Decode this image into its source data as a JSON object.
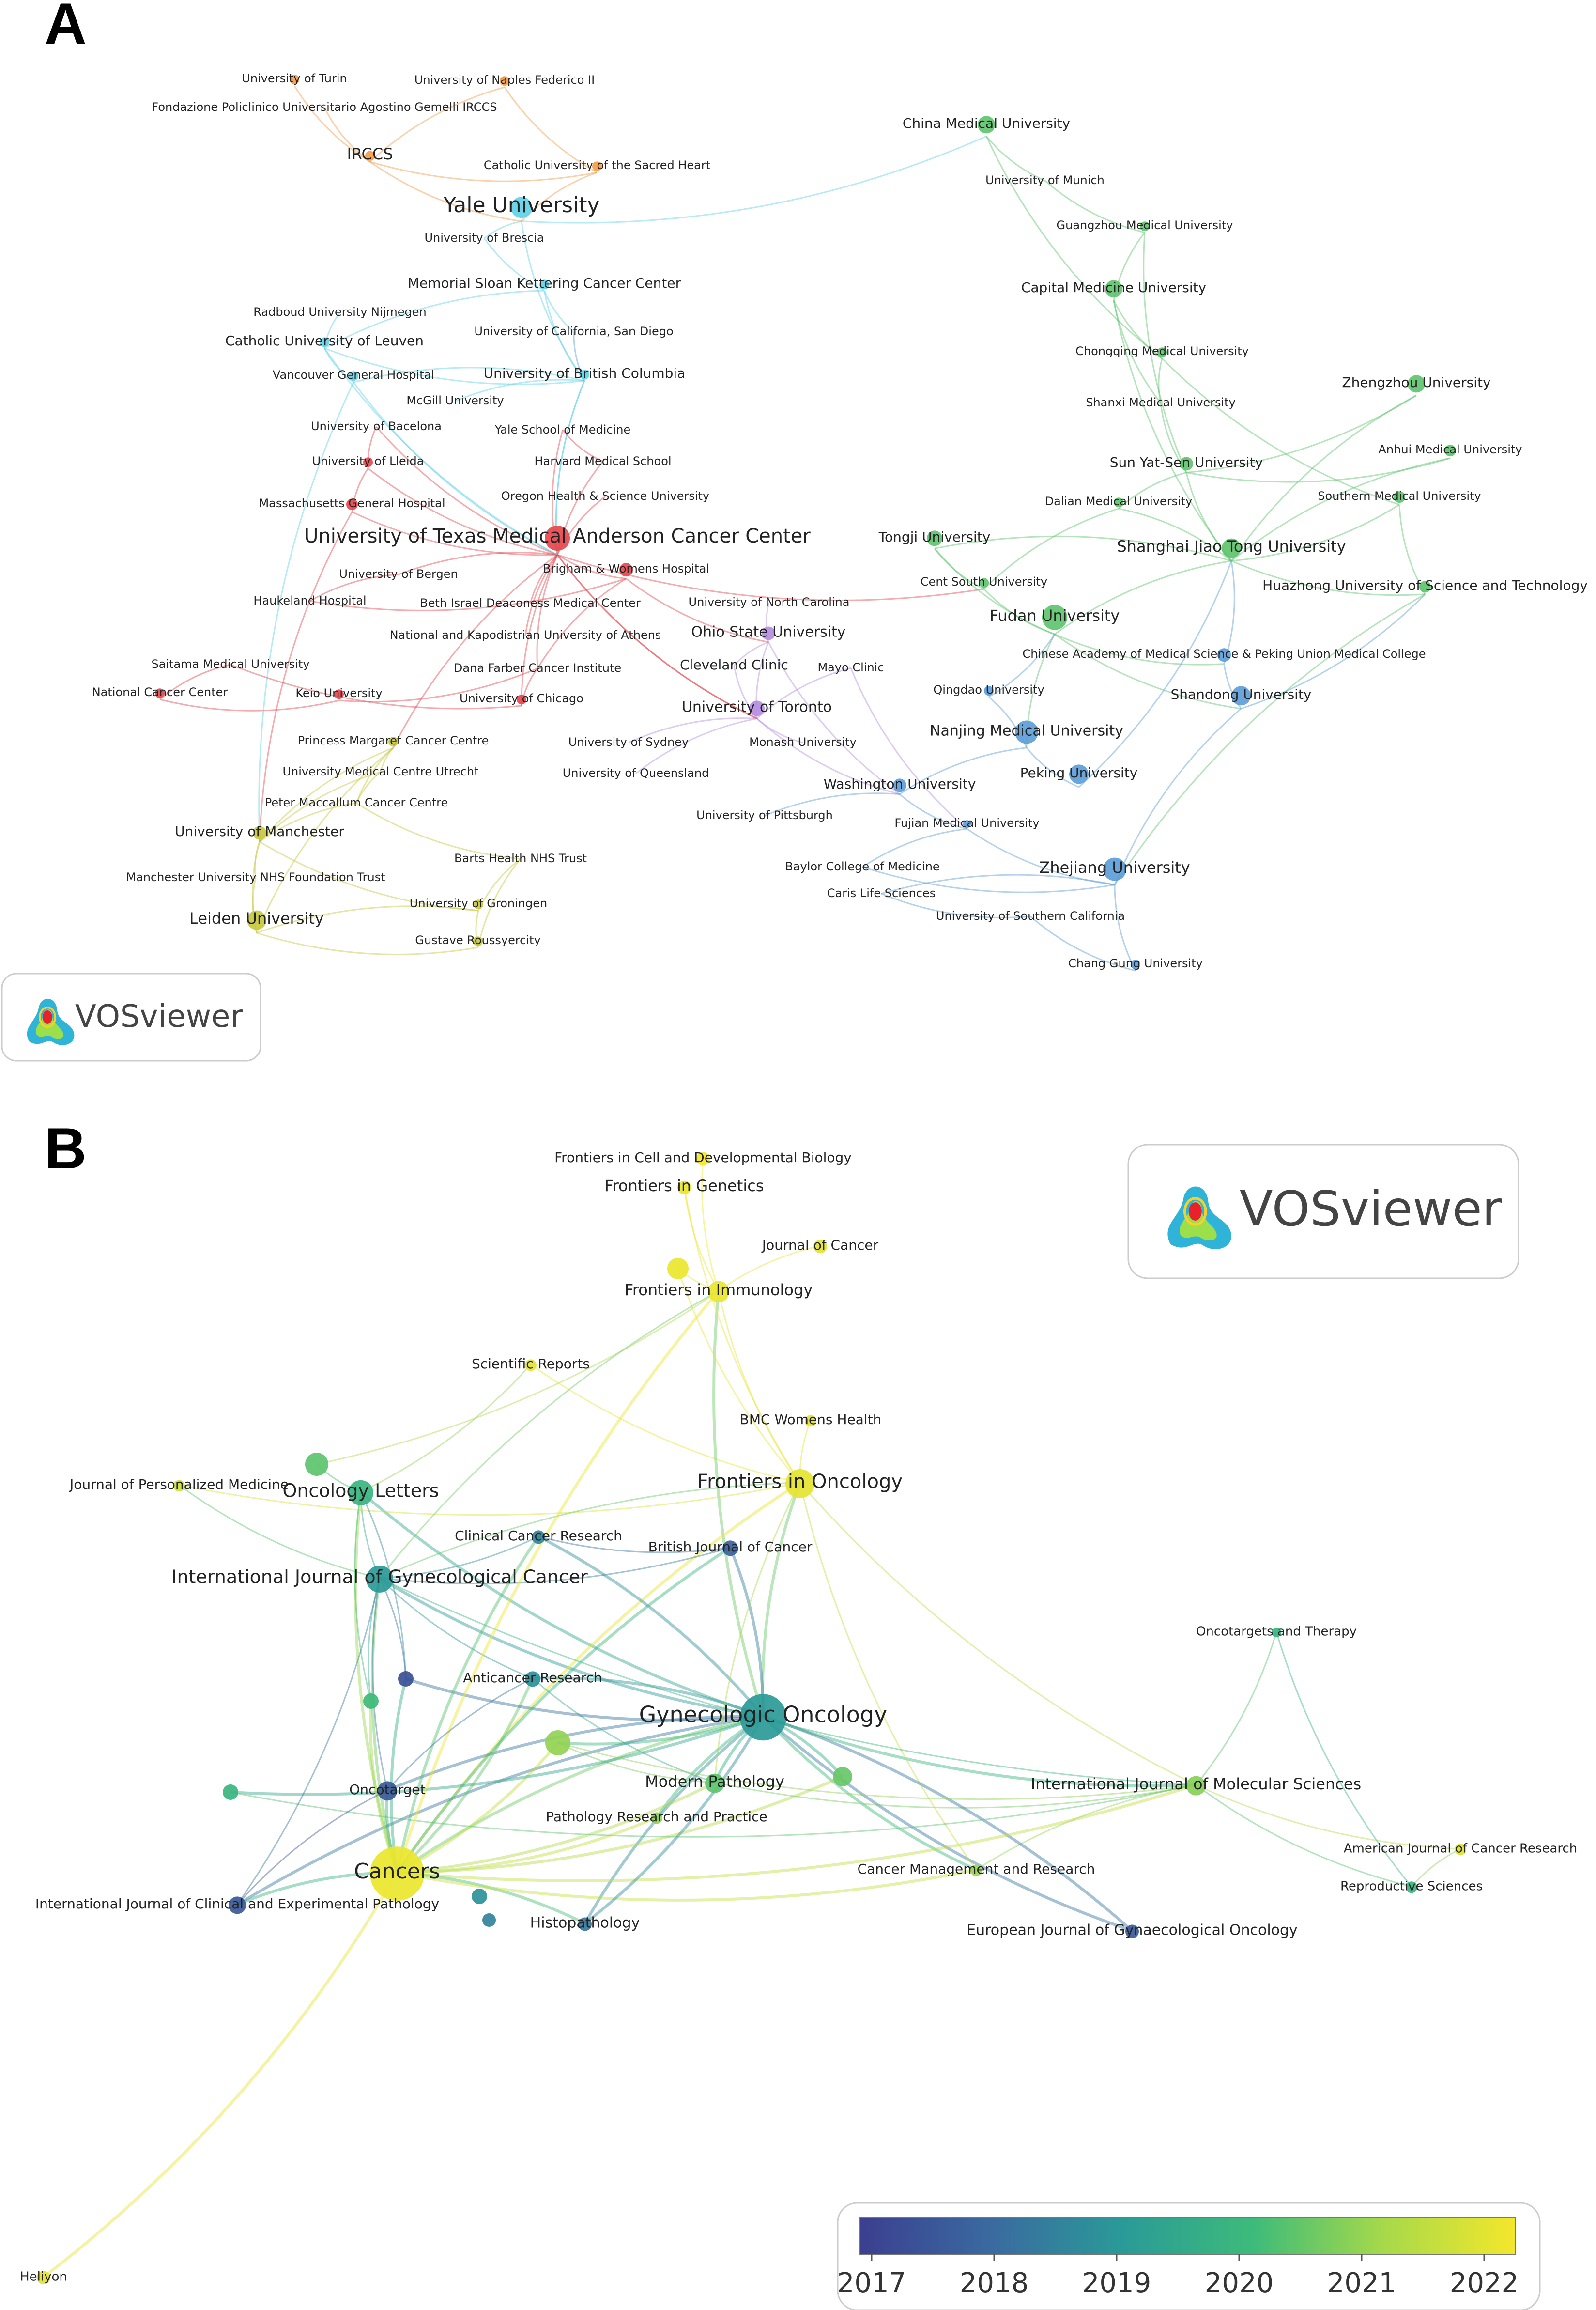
{
  "panels": {
    "a": {
      "letter": "A",
      "logo": "VOSviewer"
    },
    "b": {
      "letter": "B",
      "logo": "VOSviewer"
    }
  },
  "colors": {
    "red": "#e8434a",
    "orange": "#f59a42",
    "cyan": "#5ed0e6",
    "purple": "#b48ce0",
    "blue": "#5a9bd8",
    "green": "#5cc36a",
    "olive": "#c6c83a",
    "viridis_start": "#3b3f8f",
    "viridis_end": "#f4e72b"
  },
  "network_a": {
    "nodes": [
      {
        "label": "University of Turin",
        "c": "orange"
      },
      {
        "label": "University of Naples Federico II",
        "c": "orange"
      },
      {
        "label": "Fondazione Policlinico Universitario Agostino Gemelli IRCCS",
        "c": "orange"
      },
      {
        "label": "IRCCS",
        "c": "orange"
      },
      {
        "label": "Catholic University of the Sacred Heart",
        "c": "orange"
      },
      {
        "label": "Yale University",
        "c": "cyan"
      },
      {
        "label": "University of Brescia",
        "c": "cyan"
      },
      {
        "label": "Memorial Sloan Kettering Cancer Center",
        "c": "cyan"
      },
      {
        "label": "Radboud University Nijmegen",
        "c": "cyan"
      },
      {
        "label": "Catholic University of Leuven",
        "c": "cyan"
      },
      {
        "label": "University of California, San Diego",
        "c": "blue"
      },
      {
        "label": "University of British Columbia",
        "c": "cyan"
      },
      {
        "label": "Vancouver General Hospital",
        "c": "cyan"
      },
      {
        "label": "McGill University",
        "c": "cyan"
      },
      {
        "label": "University of Bacelona",
        "c": "red"
      },
      {
        "label": "Yale School of Medicine",
        "c": "red"
      },
      {
        "label": "University of Lleida",
        "c": "red"
      },
      {
        "label": "Harvard Medical School",
        "c": "red"
      },
      {
        "label": "Oregon Health & Science University",
        "c": "red"
      },
      {
        "label": "Massachusetts General Hospital",
        "c": "red"
      },
      {
        "label": "University of Texas Medical Anderson Cancer Center",
        "c": "red"
      },
      {
        "label": "Brigham & Womens Hospital",
        "c": "red"
      },
      {
        "label": "University of Bergen",
        "c": "red"
      },
      {
        "label": "Haukeland Hospital",
        "c": "red"
      },
      {
        "label": "Beth Israel Deaconess Medical Center",
        "c": "red"
      },
      {
        "label": "National and Kapodistrian University of Athens",
        "c": "red"
      },
      {
        "label": "Saitama Medical University",
        "c": "red"
      },
      {
        "label": "National Cancer Center",
        "c": "red"
      },
      {
        "label": "Keio University",
        "c": "red"
      },
      {
        "label": "Dana Farber Cancer Institute",
        "c": "red"
      },
      {
        "label": "University of Chicago",
        "c": "red"
      },
      {
        "label": "University of North Carolina",
        "c": "purple"
      },
      {
        "label": "Ohio State University",
        "c": "purple"
      },
      {
        "label": "Cleveland Clinic",
        "c": "purple"
      },
      {
        "label": "Mayo Clinic",
        "c": "purple"
      },
      {
        "label": "University of Toronto",
        "c": "purple"
      },
      {
        "label": "Princess Margaret Cancer Centre",
        "c": "olive"
      },
      {
        "label": "University of Sydney",
        "c": "purple"
      },
      {
        "label": "Monash University",
        "c": "purple"
      },
      {
        "label": "University Medical Centre Utrecht",
        "c": "olive"
      },
      {
        "label": "University of Queensland",
        "c": "purple"
      },
      {
        "label": "Peter Maccallum Cancer Centre",
        "c": "olive"
      },
      {
        "label": "University of Manchester",
        "c": "olive"
      },
      {
        "label": "Barts Health NHS Trust",
        "c": "olive"
      },
      {
        "label": "Manchester University NHS Foundation Trust",
        "c": "olive"
      },
      {
        "label": "University of Groningen",
        "c": "olive"
      },
      {
        "label": "Leiden University",
        "c": "olive"
      },
      {
        "label": "Gustave Roussyercity",
        "c": "olive"
      },
      {
        "label": "China Medical University",
        "c": "green"
      },
      {
        "label": "University of Munich",
        "c": "green"
      },
      {
        "label": "Guangzhou Medical University",
        "c": "green"
      },
      {
        "label": "Capital Medicine University",
        "c": "green"
      },
      {
        "label": "Chongqing Medical University",
        "c": "green"
      },
      {
        "label": "Zhengzhou University",
        "c": "green"
      },
      {
        "label": "Shanxi Medical University",
        "c": "green"
      },
      {
        "label": "Anhui Medical University",
        "c": "green"
      },
      {
        "label": "Sun Yat-Sen University",
        "c": "green"
      },
      {
        "label": "Southern Medical University",
        "c": "green"
      },
      {
        "label": "Dalian Medical University",
        "c": "green"
      },
      {
        "label": "Tongji University",
        "c": "green"
      },
      {
        "label": "Shanghai Jiao Tong University",
        "c": "green"
      },
      {
        "label": "Cent South University",
        "c": "green"
      },
      {
        "label": "Huazhong University of Science and Technology",
        "c": "green"
      },
      {
        "label": "Fudan University",
        "c": "green"
      },
      {
        "label": "Chinese Academy of Medical Science & Peking Union Medical College",
        "c": "blue"
      },
      {
        "label": "Qingdao University",
        "c": "blue"
      },
      {
        "label": "Shandong University",
        "c": "blue"
      },
      {
        "label": "Nanjing Medical University",
        "c": "blue"
      },
      {
        "label": "Peking University",
        "c": "blue"
      },
      {
        "label": "Washington University",
        "c": "blue"
      },
      {
        "label": "University of Pittsburgh",
        "c": "blue"
      },
      {
        "label": "Fujian Medical University",
        "c": "blue"
      },
      {
        "label": "Baylor College of Medicine",
        "c": "blue"
      },
      {
        "label": "Zhejiang University",
        "c": "blue"
      },
      {
        "label": "Caris Life Sciences",
        "c": "blue"
      },
      {
        "label": "University of Southern California",
        "c": "blue"
      },
      {
        "label": "Chang Gung University",
        "c": "blue"
      }
    ]
  },
  "network_b": {
    "nodes": [
      {
        "label": "Frontiers in Cell and Developmental Biology",
        "year": 2022
      },
      {
        "label": "Frontiers in Genetics",
        "year": 2021.9
      },
      {
        "label": "Journal of Cancer",
        "year": 2021.8
      },
      {
        "label": "Frontiers in Immunology",
        "year": 2021.9
      },
      {
        "label": "Scientific Reports",
        "year": 2021.8
      },
      {
        "label": "BMC Womens Health",
        "year": 2021.8
      },
      {
        "label": "Journal of Personalized Medicine",
        "year": 2021.5
      },
      {
        "label": "Oncology Letters",
        "year": 2019.8
      },
      {
        "label": "Frontiers in Oncology",
        "year": 2021.8
      },
      {
        "label": "Clinical Cancer Research",
        "year": 2018.5
      },
      {
        "label": "British Journal of Cancer",
        "year": 2017.8
      },
      {
        "label": "International Journal of Gynecological Cancer",
        "year": 2019
      },
      {
        "label": "Oncotargets and Therapy",
        "year": 2019.8
      },
      {
        "label": "Anticancer Research",
        "year": 2018.8
      },
      {
        "label": "Gynecologic Oncology",
        "year": 2019
      },
      {
        "label": "Modern Pathology",
        "year": 2020.3
      },
      {
        "label": "Oncotarget",
        "year": 2017.6
      },
      {
        "label": "International Journal of Molecular Sciences",
        "year": 2020.7
      },
      {
        "label": "Pathology Research and Practice",
        "year": 2020.8
      },
      {
        "label": "Cancers",
        "year": 2021.9
      },
      {
        "label": "American Journal of Cancer Research",
        "year": 2021.7
      },
      {
        "label": "Cancer Management and Research",
        "year": 2020.9
      },
      {
        "label": "Reproductive Sciences",
        "year": 2019.8
      },
      {
        "label": "International Journal of Clinical and Experimental Pathology",
        "year": 2017.6
      },
      {
        "label": "Histopathology",
        "year": 2018.3
      },
      {
        "label": "European Journal of Gynaecological Oncology",
        "year": 2017.6
      },
      {
        "label": "Heliyon",
        "year": 2021.8
      }
    ]
  },
  "colorbar": {
    "ticks": [
      "2017",
      "2018",
      "2019",
      "2020",
      "2021",
      "2022"
    ]
  }
}
